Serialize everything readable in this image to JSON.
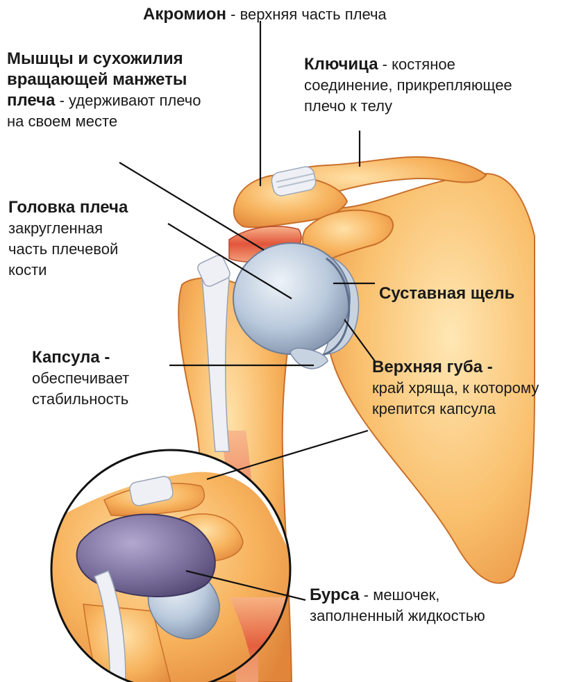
{
  "labels": {
    "acromion": {
      "term": "Акромион",
      "desc": "верхняя часть плеча"
    },
    "rotator_cuff": {
      "term_line1": "Мышцы и сухожилия",
      "term_line2": "вращающей манжеты",
      "term_line3": "плеча",
      "desc_line1": "удерживают плечо",
      "desc_line2": "на своем месте"
    },
    "clavicle": {
      "term": "Ключица",
      "desc_line1": "костяное",
      "desc_line2": "соединение, прикрепляющее",
      "desc_line3": "плечо к телу"
    },
    "humeral_head": {
      "term": "Головка плеча",
      "desc_line1": "закругленная",
      "desc_line2": "часть плечевой",
      "desc_line3": "кости"
    },
    "joint_space": {
      "term": "Суставная щель"
    },
    "capsule": {
      "term": "Капсула",
      "desc_line1": "обеспечивает",
      "desc_line2": "стабильность"
    },
    "labrum": {
      "term": "Верхняя губа",
      "desc_line1": "край хряща, к которому",
      "desc_line2": "крепится капсула"
    },
    "bursa": {
      "term": "Бурса",
      "desc_line1": "мешочек,",
      "desc_line2": "заполненный жидкостью"
    }
  },
  "colors": {
    "bone": "#f7b25c",
    "bone_shadow": "#e0853a",
    "muscle": "#e2553b",
    "cartilage": "#b9c9dc",
    "bursa": "#7a6f9c",
    "tendon": "#eef0f5"
  }
}
